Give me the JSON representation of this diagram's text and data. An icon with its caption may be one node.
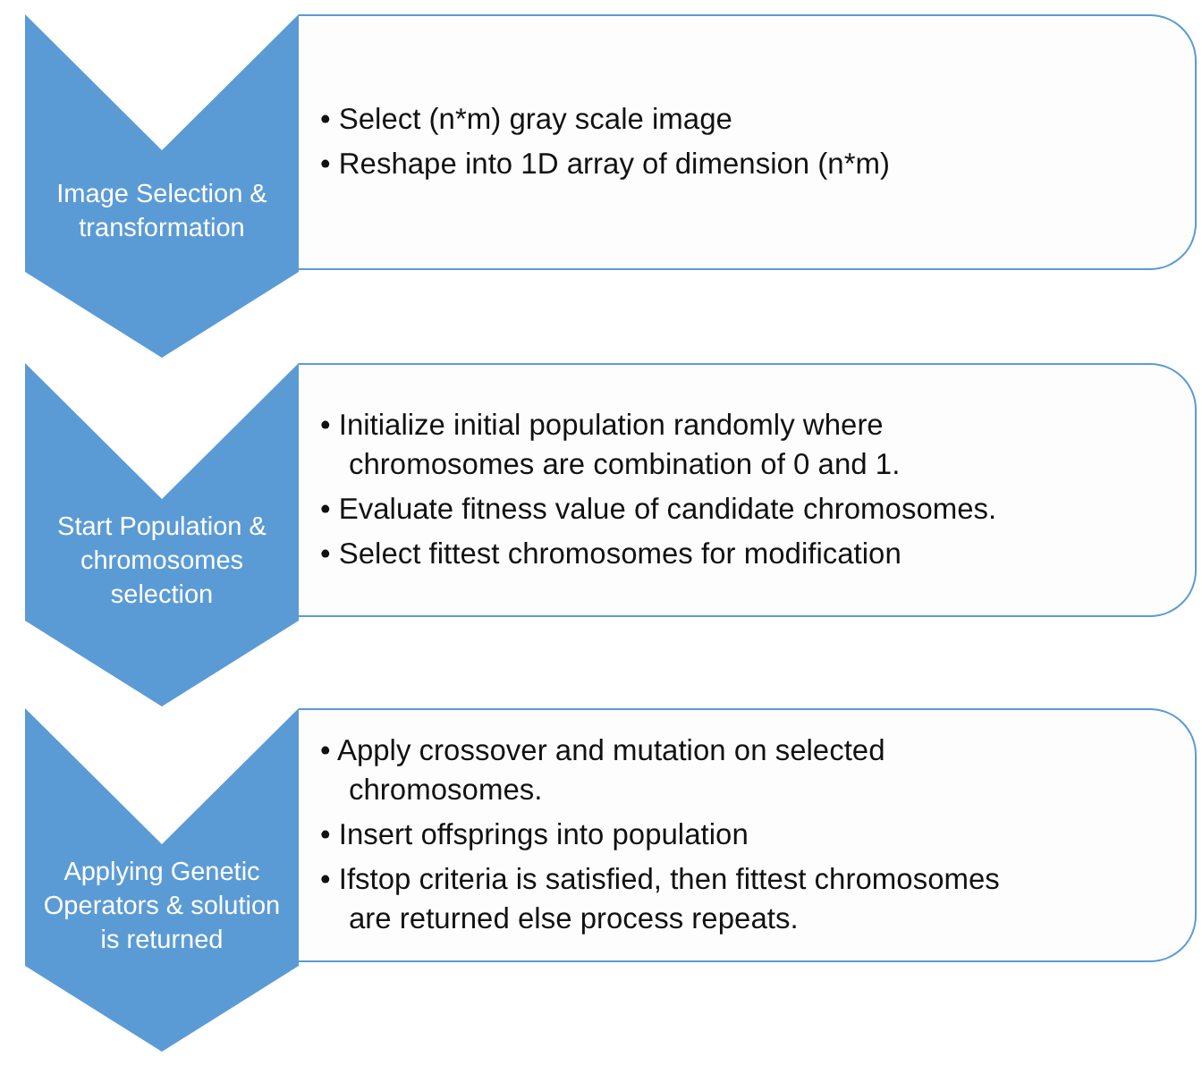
{
  "diagram": {
    "nodes": [
      {
        "text": [
          "Image Selection & transformation"
        ]
      },
      {
        "text": [
          "• Select (n*m) gray scale image",
          "• Reshape into 1D array of dimension (n*m)"
        ]
      },
      {
        "text": [
          "Start Population & chromosomes selection"
        ]
      },
      {
        "text": [
          "• Initialize initial population randomly where chromosomes are combination of 0 and 1.",
          "• Evaluate fitness value of candidate chromosomes.",
          "• Select fittest chromosomes for modification"
        ]
      },
      {
        "text": [
          "Applying Genetic Operators & solution is returned"
        ]
      },
      {
        "text": [
          "• Apply crossover and mutation on selected chromosomes.",
          "• Insert offsprings into population",
          "• Ifstop criteria is satisfied, then fittest chromosomes are returned else process repeats."
        ]
      }
    ]
  }
}
